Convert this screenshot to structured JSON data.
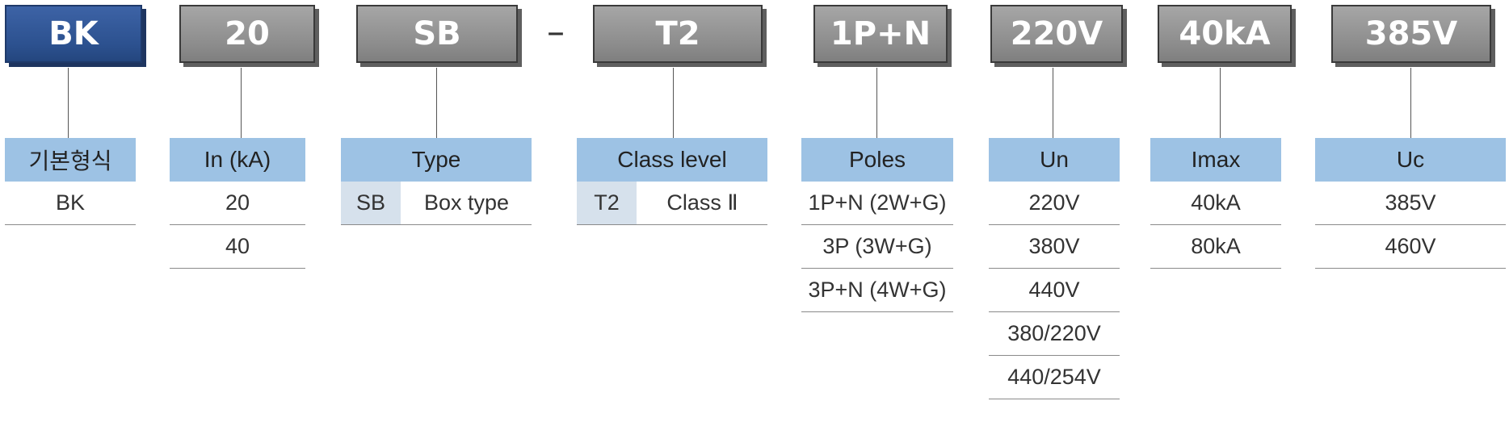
{
  "codes": [
    {
      "id": "bk",
      "text": "BK",
      "color": "#2c518f"
    },
    {
      "id": "in",
      "text": "20",
      "color": "#8c8c8c"
    },
    {
      "id": "type",
      "text": "SB",
      "color": "#8c8c8c"
    },
    {
      "id": "class",
      "text": "T2",
      "color": "#8c8c8c"
    },
    {
      "id": "poles",
      "text": "1P+N",
      "color": "#8c8c8c"
    },
    {
      "id": "un",
      "text": "220V",
      "color": "#8c8c8c"
    },
    {
      "id": "imax",
      "text": "40kA",
      "color": "#8c8c8c"
    },
    {
      "id": "uc",
      "text": "385V",
      "color": "#8c8c8c"
    }
  ],
  "separator": "–",
  "columns": [
    {
      "header": "기본형식",
      "rows": [
        "BK"
      ]
    },
    {
      "header": "In (kA)",
      "rows": [
        "20",
        "40"
      ]
    },
    {
      "header": "Type",
      "rows": [
        {
          "code": "SB",
          "desc": "Box type"
        }
      ]
    },
    {
      "header": "Class level",
      "rows": [
        {
          "code": "T2",
          "desc": "Class Ⅱ"
        }
      ]
    },
    {
      "header": "Poles",
      "rows": [
        "1P+N (2W+G)",
        "3P (3W+G)",
        "3P+N (4W+G)"
      ]
    },
    {
      "header": "Un",
      "rows": [
        "220V",
        "380V",
        "440V",
        "380/220V",
        "440/254V"
      ]
    },
    {
      "header": "Imax",
      "rows": [
        "40kA",
        "80kA"
      ]
    },
    {
      "header": "Uc",
      "rows": [
        "385V",
        "460V"
      ]
    }
  ],
  "colors": {
    "header_bg": "#9dc2e4",
    "code_cell_bg": "#d6e1ec",
    "blue_box": "#2c518f",
    "gray_box": "#8c8c8c"
  }
}
